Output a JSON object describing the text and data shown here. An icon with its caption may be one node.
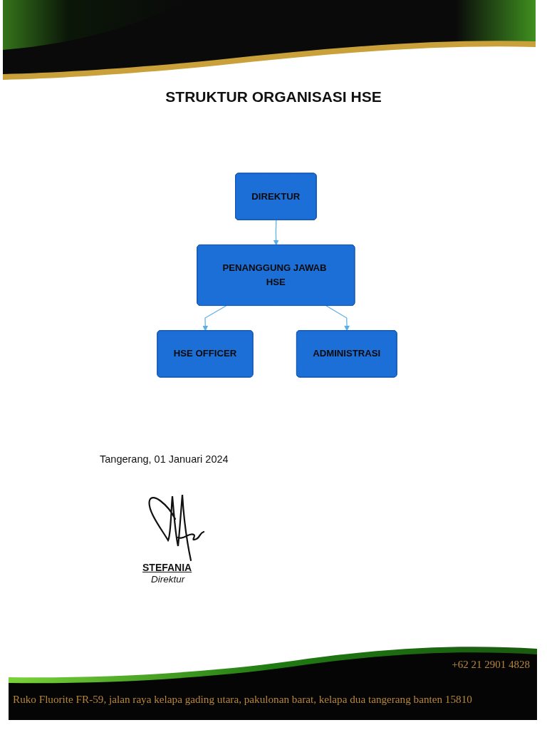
{
  "diagram": {
    "title": "STRUKTUR ORGANISASI HSE",
    "nodes": [
      {
        "text": [
          "DIREKTUR"
        ]
      },
      {
        "text": [
          "PENANGGUNG JAWAB HSE"
        ]
      },
      {
        "text": [
          "HSE OFFICER"
        ]
      },
      {
        "text": [
          "ADMINISTRASI"
        ]
      }
    ],
    "edges": [
      {
        "from": 0,
        "to": 1,
        "arrow": "to"
      },
      {
        "from": 1,
        "to": 2,
        "arrow": "to"
      },
      {
        "from": 1,
        "to": 3,
        "arrow": "to"
      }
    ],
    "labels": [
      "Tangerang, 01 Januari 2024",
      "STEFANIA",
      "Direktur",
      "+62 21 2901 4828",
      "Ruko Fluorite FR-59, jalan raya kelapa gading utara, pakulonan barat, kelapa dua tangerang banten 15810"
    ]
  }
}
